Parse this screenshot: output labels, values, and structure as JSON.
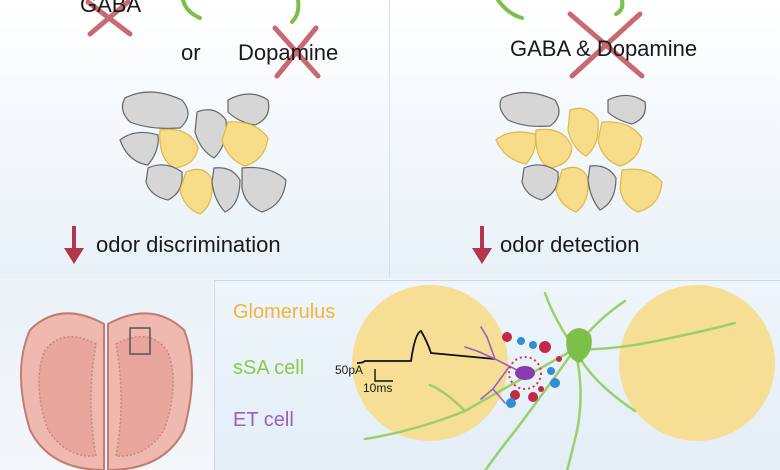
{
  "top_left": {
    "gaba_label": "GABA",
    "or_label": "or",
    "dopamine_label": "Dopamine",
    "outcome_label": "odor discrimination"
  },
  "top_right": {
    "combined_label": "GABA & Dopamine",
    "outcome_label": "odor detection"
  },
  "bottom_right": {
    "legend": {
      "glomerulus": "Glomerulus",
      "ssa_cell": "sSA cell",
      "et_cell": "ET cell"
    },
    "scale_current": "50pA",
    "scale_time": "10ms"
  },
  "colors": {
    "cross_red": "#c0505a",
    "arrow_red": "#b3354b",
    "glomerulus_yellow": "#f7dc8a",
    "legend_yellow": "#f2b43c",
    "legend_green": "#8dc84a",
    "legend_purple": "#9b5fc0"
  }
}
